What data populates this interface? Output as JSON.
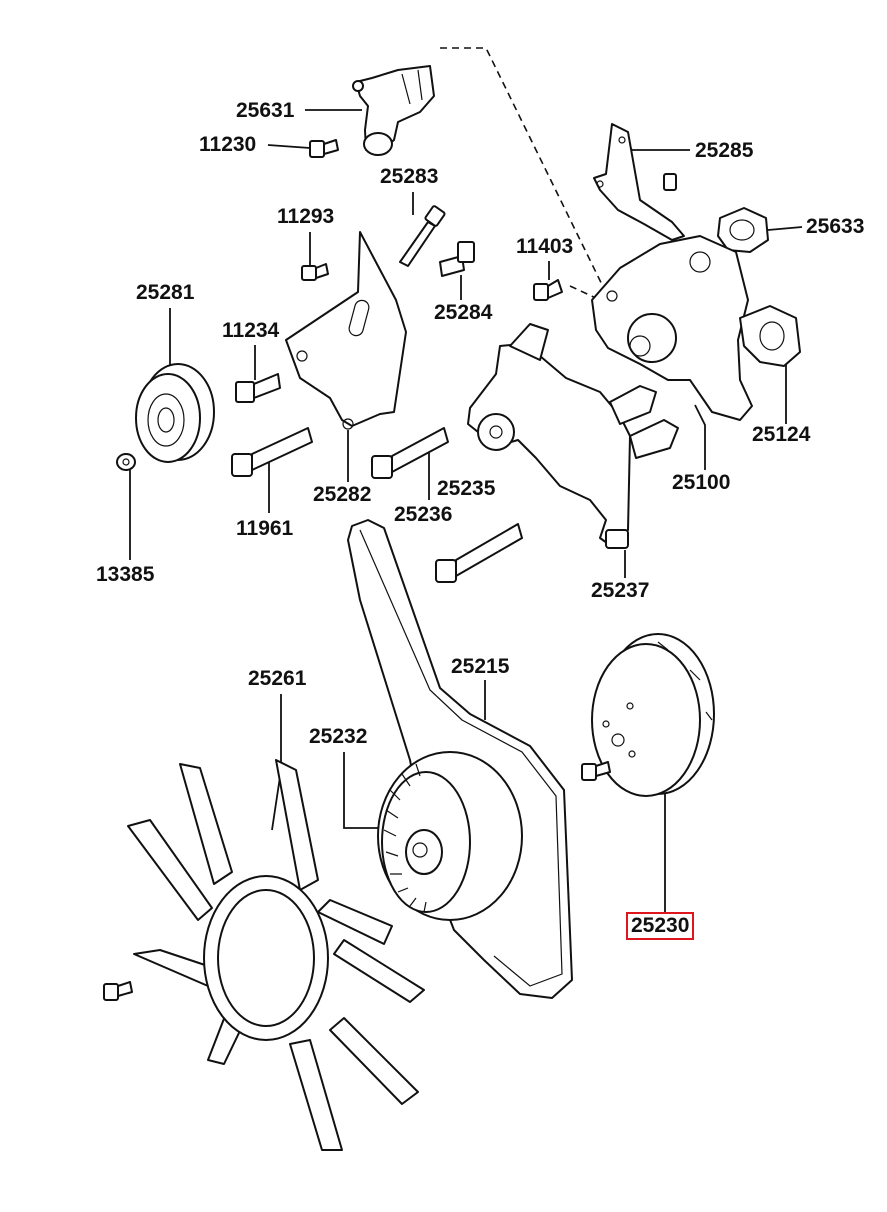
{
  "labels": {
    "p25631": "25631",
    "p11230": "11230",
    "p25283": "25283",
    "p25285": "25285",
    "p11293": "11293",
    "p25633": "25633",
    "p11403": "11403",
    "p25281": "25281",
    "p25284": "25284",
    "p11234": "11234",
    "p25124": "25124",
    "p25100": "25100",
    "p25282": "25282",
    "p25235": "25235",
    "p25236": "25236",
    "p11961": "11961",
    "p13385": "13385",
    "p25237": "25237",
    "p25261": "25261",
    "p25215": "25215",
    "p25232": "25232",
    "p25230": "25230"
  },
  "highlighted_part": "25230",
  "highlight_color": "#e0161f"
}
